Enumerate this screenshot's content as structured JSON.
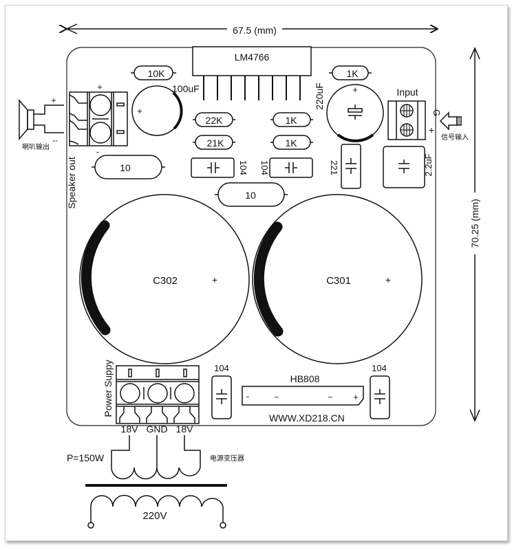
{
  "dimensions": {
    "width_label": "67.5 (mm)",
    "height_label": "70.25 (mm)"
  },
  "ic": {
    "label": "LM4766",
    "pin_count": 8
  },
  "resistors": [
    {
      "id": "r-10k",
      "label": "10K"
    },
    {
      "id": "r-1k-top",
      "label": "1K"
    },
    {
      "id": "r-22k",
      "label": "22K"
    },
    {
      "id": "r-21k",
      "label": "21K"
    },
    {
      "id": "r-1k-a",
      "label": "1K"
    },
    {
      "id": "r-1k-b",
      "label": "1K"
    },
    {
      "id": "r-10-left",
      "label": "10"
    },
    {
      "id": "r-10-center",
      "label": "10"
    }
  ],
  "capacitors": {
    "c100uf": {
      "label": "100uF",
      "polarity": "+"
    },
    "c220uf": {
      "label": "220uF",
      "polarity": "+"
    },
    "c104_left": {
      "label": "104"
    },
    "c104_right": {
      "label": "104"
    },
    "c221": {
      "label": "221"
    },
    "c22uf": {
      "label": "2.2uF"
    },
    "c302": {
      "label": "C302",
      "polarity": "+"
    },
    "c301": {
      "label": "C301",
      "polarity": "+"
    },
    "c104_bottom_left": {
      "label": "104"
    },
    "c104_bottom_right": {
      "label": "104"
    }
  },
  "speaker": {
    "label": "Speaker out",
    "cn_label": "喇叭输出",
    "plus": "+",
    "minus": "-",
    "wire_plus": "+",
    "wire_minus": "--"
  },
  "input": {
    "label": "Input",
    "pin_g": "G",
    "pin_plus": "+",
    "cn_label": "信号输入"
  },
  "power": {
    "label": "Power Suppy",
    "pins": [
      "18V",
      "GND",
      "18V"
    ]
  },
  "bridge": {
    "label": "HB808",
    "minus": "-",
    "plus": "+",
    "ac1": "~",
    "ac2": "~"
  },
  "website": "WWW.XD218.CN",
  "transformer": {
    "power": "P=150W",
    "cn_label": "电源变压器",
    "primary": "220V"
  }
}
